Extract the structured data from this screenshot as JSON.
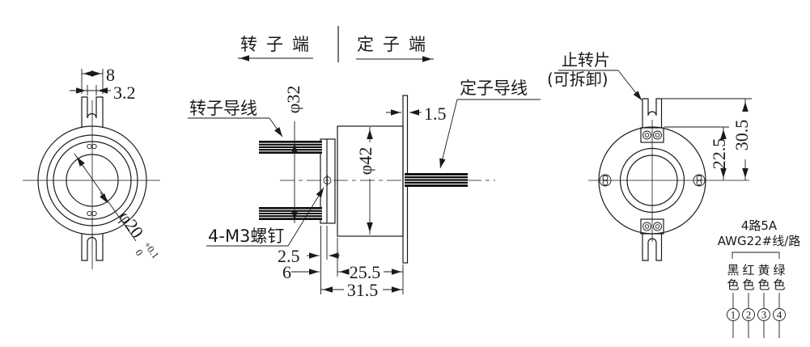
{
  "header": {
    "rotor_end": "转子端",
    "stator_end": "定子端"
  },
  "left_view": {
    "dim_tab_width": "8",
    "dim_slot_width": "3.2",
    "dim_bore": "φ20",
    "bore_tol_upper": "+0.1",
    "bore_tol_lower": "0"
  },
  "middle_view": {
    "label_rotor_wire": "转子导线",
    "label_stator_wire": "定子导线",
    "label_screws": "4-M3螺钉",
    "dim_rotor_dia": "φ32",
    "dim_body_dia": "φ42",
    "dim_flange_thickness": "1.5",
    "dim_plate_thickness": "2.5",
    "dim_hub_length": "6",
    "dim_body_length": "25.5",
    "dim_total_length": "31.5"
  },
  "right_view": {
    "label_stop_tab": "止转片",
    "label_stop_tab_note": "(可拆卸)",
    "dim_hole_height": "22.5",
    "dim_tab_height": "30.5"
  },
  "wiring": {
    "spec_line1": "4路5A",
    "spec_line2": "AWG22#线/路",
    "columns": [
      {
        "color_char1": "黑",
        "color_char2": "色",
        "num": "1"
      },
      {
        "color_char1": "红",
        "color_char2": "色",
        "num": "2"
      },
      {
        "color_char1": "黄",
        "color_char2": "色",
        "num": "3"
      },
      {
        "color_char1": "绿",
        "color_char2": "色",
        "num": "4"
      }
    ]
  }
}
